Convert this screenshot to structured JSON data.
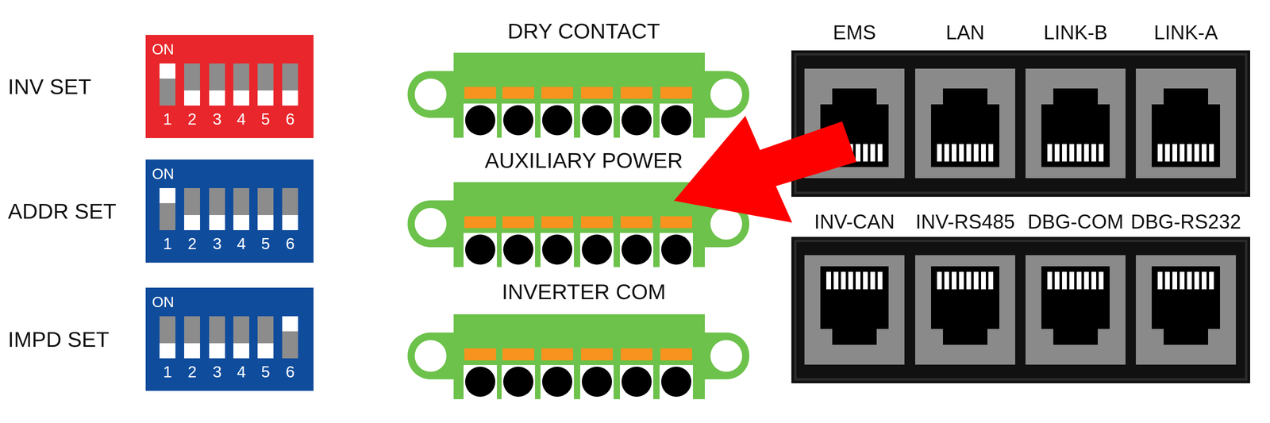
{
  "diagram": {
    "nodes": [
      {
        "text": [
          "INV SET",
          "ON",
          "1",
          "2",
          "3",
          "4",
          "5",
          "6"
        ]
      },
      {
        "text": [
          "ADDR SET",
          "ON",
          "1",
          "2",
          "3",
          "4",
          "5",
          "6"
        ]
      },
      {
        "text": [
          "IMPD SET",
          "ON",
          "1",
          "2",
          "3",
          "4",
          "5",
          "6"
        ]
      },
      {
        "text": [
          "DRY CONTACT"
        ]
      },
      {
        "text": [
          "AUXILIARY POWER"
        ]
      },
      {
        "text": [
          "INVERTER COM"
        ]
      },
      {
        "text": [
          "EMS"
        ]
      },
      {
        "text": [
          "LAN"
        ]
      },
      {
        "text": [
          "LINK-B"
        ]
      },
      {
        "text": [
          "LINK-A"
        ]
      },
      {
        "text": [
          "INV-CAN"
        ]
      },
      {
        "text": [
          "INV-RS485"
        ]
      },
      {
        "text": [
          "DBG-COM"
        ]
      },
      {
        "text": [
          "DBG-RS232"
        ]
      }
    ]
  }
}
